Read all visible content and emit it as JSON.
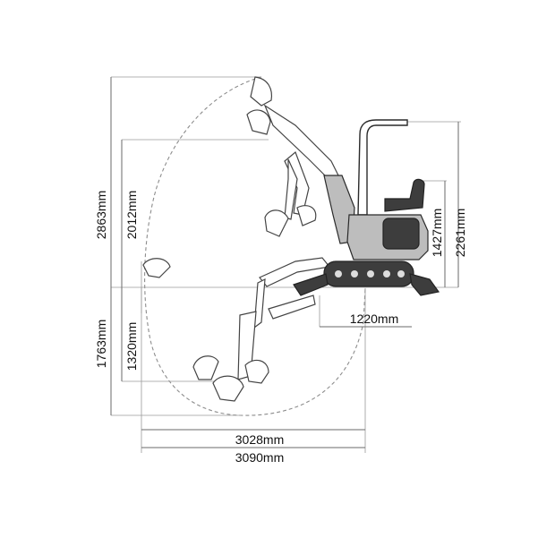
{
  "dimensions": {
    "max_height": "2863mm",
    "dump_height": "2012mm",
    "canopy_height": "2261mm",
    "seat_height": "1427mm",
    "max_dig_depth": "1763mm",
    "vertical_dig_depth": "1320mm",
    "tail_radius": "1220mm",
    "ground_reach": "3028mm",
    "max_reach": "3090mm"
  },
  "colors": {
    "line": "#6a6a6a",
    "machine": "#3d3d3d"
  }
}
